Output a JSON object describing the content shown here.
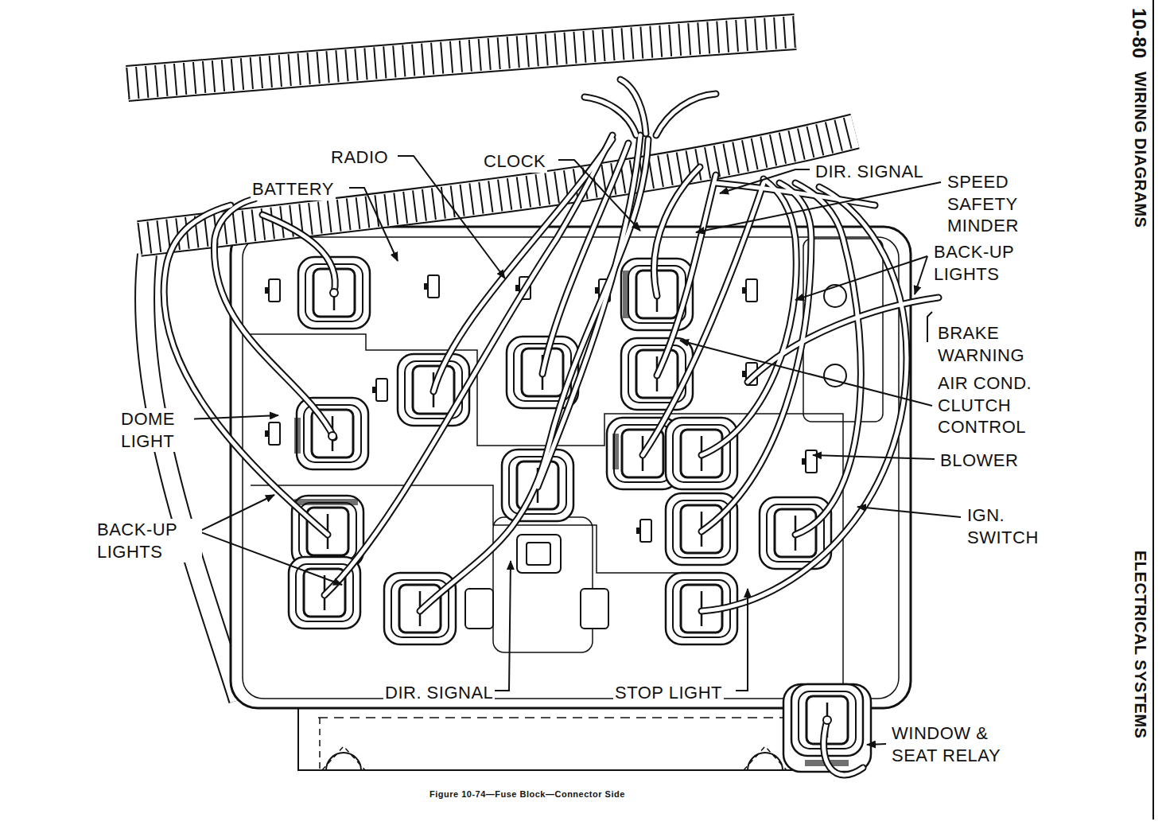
{
  "diagram": {
    "caption": "Figure 10-74—Fuse Block—Connector Side",
    "labels": [
      "10-80",
      "WIRING DIAGRAMS",
      "ELECTRICAL SYSTEMS",
      "RADIO",
      "CLOCK",
      "BATTERY",
      "DIR. SIGNAL",
      "SPEED SAFETY MINDER",
      "BACK-UP LIGHTS",
      "BRAKE WARNING",
      "AIR COND. CLUTCH CONTROL",
      "BLOWER",
      "IGN. SWITCH",
      "DOME LIGHT",
      "BACK-UP LIGHTS",
      "DIR. SIGNAL",
      "STOP LIGHT",
      "WINDOW & SEAT RELAY"
    ]
  }
}
